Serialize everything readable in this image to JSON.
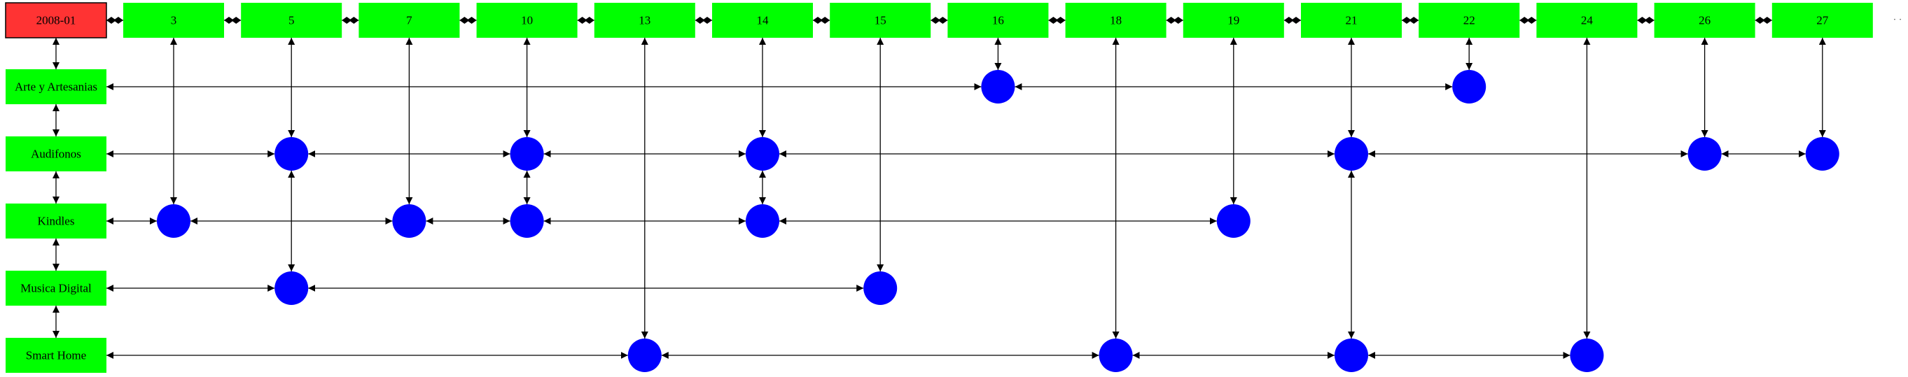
{
  "colors": {
    "root_fill": "#ff3333",
    "node_fill": "#00ff00",
    "dot_fill": "#0000ff",
    "edge": "#000000"
  },
  "root": {
    "label": "2008-01"
  },
  "columns": [
    {
      "label": "3"
    },
    {
      "label": "5"
    },
    {
      "label": "7"
    },
    {
      "label": "10"
    },
    {
      "label": "13"
    },
    {
      "label": "14"
    },
    {
      "label": "15"
    },
    {
      "label": "16"
    },
    {
      "label": "18"
    },
    {
      "label": "19"
    },
    {
      "label": "21"
    },
    {
      "label": "22"
    },
    {
      "label": "24"
    },
    {
      "label": "26"
    },
    {
      "label": "27"
    }
  ],
  "rows": [
    {
      "label": "Arte y Artesanias",
      "dots": [
        "16",
        "22"
      ]
    },
    {
      "label": "Audifonos",
      "dots": [
        "5",
        "10",
        "14",
        "21",
        "26",
        "27"
      ]
    },
    {
      "label": "Kindles",
      "dots": [
        "3",
        "7",
        "10",
        "14",
        "19"
      ]
    },
    {
      "label": "Musica Digital",
      "dots": [
        "5",
        "15"
      ]
    },
    {
      "label": "Smart Home",
      "dots": [
        "13",
        "18",
        "21",
        "24"
      ]
    }
  ],
  "continuation_marker": "· ·"
}
